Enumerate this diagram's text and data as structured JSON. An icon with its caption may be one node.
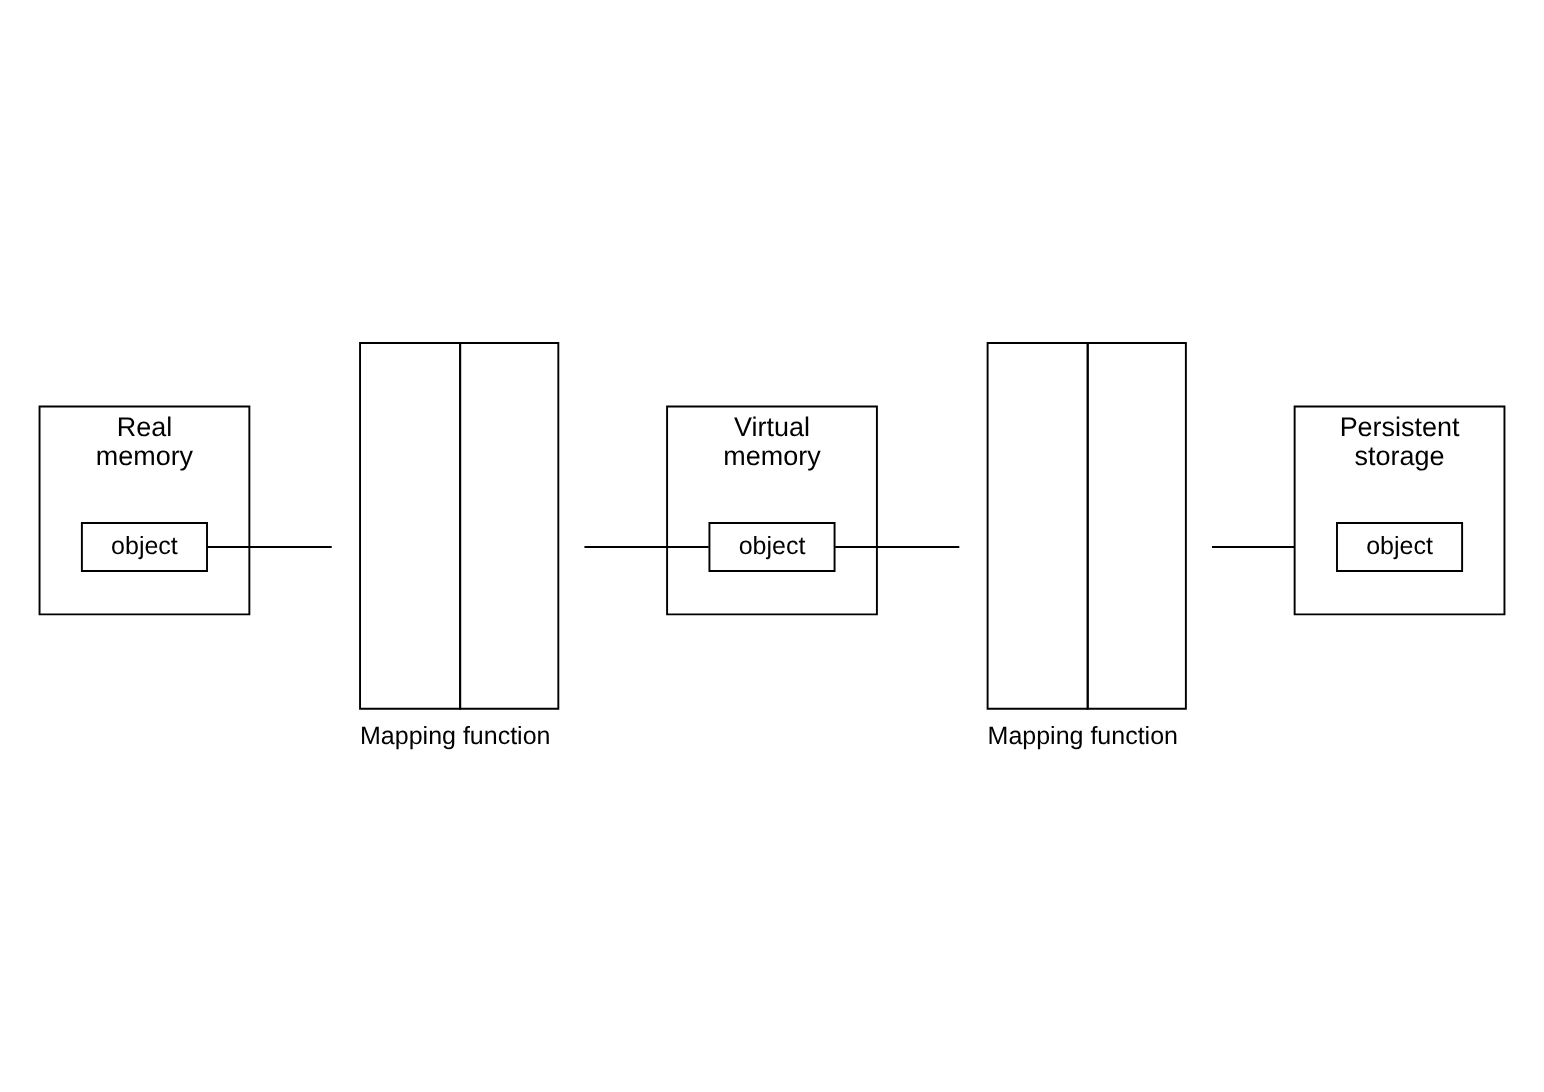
{
  "diagram": {
    "nodes": [
      {
        "text": [
          "Real memory"
        ]
      },
      {
        "text": [
          "object"
        ],
        "in": 0
      },
      {
        "text": [],
        "shape": "bar",
        "beside": [
          "Mapping function"
        ]
      },
      {
        "text": [
          "Virtual memory"
        ]
      },
      {
        "text": [
          "object"
        ],
        "in": 3
      },
      {
        "text": [],
        "shape": "bar",
        "beside": [
          "Mapping function"
        ]
      },
      {
        "text": [
          "Persistent storage"
        ]
      },
      {
        "text": [
          "object"
        ],
        "in": 6
      }
    ],
    "edges": [
      {
        "from": 1,
        "to": 2,
        "arrow": "none"
      },
      {
        "from": 2,
        "to": 4,
        "arrow": "none"
      },
      {
        "from": 4,
        "to": 5,
        "arrow": "none"
      },
      {
        "from": 5,
        "to": 6,
        "arrow": "none"
      }
    ]
  }
}
